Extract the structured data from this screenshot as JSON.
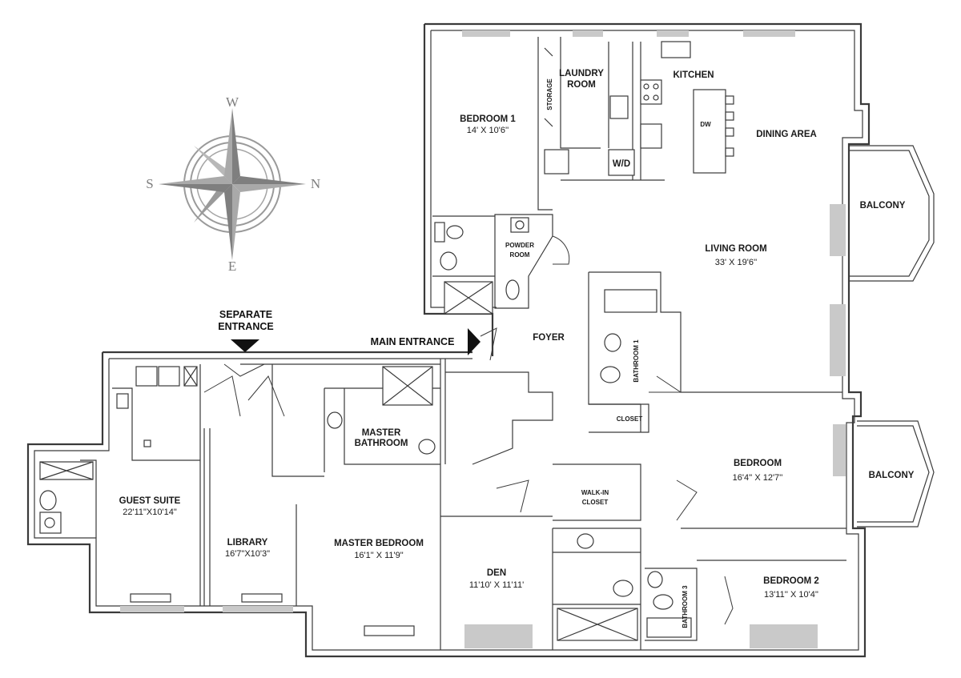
{
  "compass": {
    "top": "W",
    "left": "S",
    "right": "N",
    "bottom": "E"
  },
  "entrances": {
    "separate_line1": "SEPARATE",
    "separate_line2": "ENTRANCE",
    "main": "MAIN ENTRANCE"
  },
  "rooms": {
    "bedroom1": {
      "name": "BEDROOM 1",
      "size": "14' X 10'6''"
    },
    "laundry": {
      "line1": "LAUNDRY",
      "line2": "ROOM"
    },
    "storage": "STORAGE",
    "kitchen": "KITCHEN",
    "dw": "DW",
    "wd": "W/D",
    "dining": "DINING AREA",
    "balcony_top": "BALCONY",
    "balcony_bottom": "BALCONY",
    "powder": {
      "line1": "POWDER",
      "line2": "ROOM"
    },
    "living": {
      "name": "LIVING ROOM",
      "size": "33' X 19'6''"
    },
    "foyer": "FOYER",
    "bathroom1": "BATHROOM 1",
    "closet": "CLOSET",
    "bedroom": {
      "name": "BEDROOM",
      "size": "16'4'' X 12'7''"
    },
    "walkin": {
      "line1": "WALK-IN",
      "line2": "CLOSET"
    },
    "master_bath": {
      "line1": "MASTER",
      "line2": "BATHROOM"
    },
    "guest": {
      "name": "GUEST   SUITE",
      "size": "22'11\"X10'14\""
    },
    "library": {
      "name": "LIBRARY",
      "size": "16'7\"X10'3\""
    },
    "master_bed": {
      "name": "MASTER BEDROOM",
      "size": "16'1\" X 11'9\""
    },
    "den": {
      "name": "DEN",
      "size": "11'10' X 11'11'"
    },
    "bathroom3": "BATHROOM 3",
    "bedroom2": {
      "name": "BEDROOM 2",
      "size": "13'11'' X 10'4''"
    }
  },
  "colors": {
    "wall": "#3a3a3a",
    "window": "#c9c9c9",
    "compass": "#8c8c8c"
  }
}
